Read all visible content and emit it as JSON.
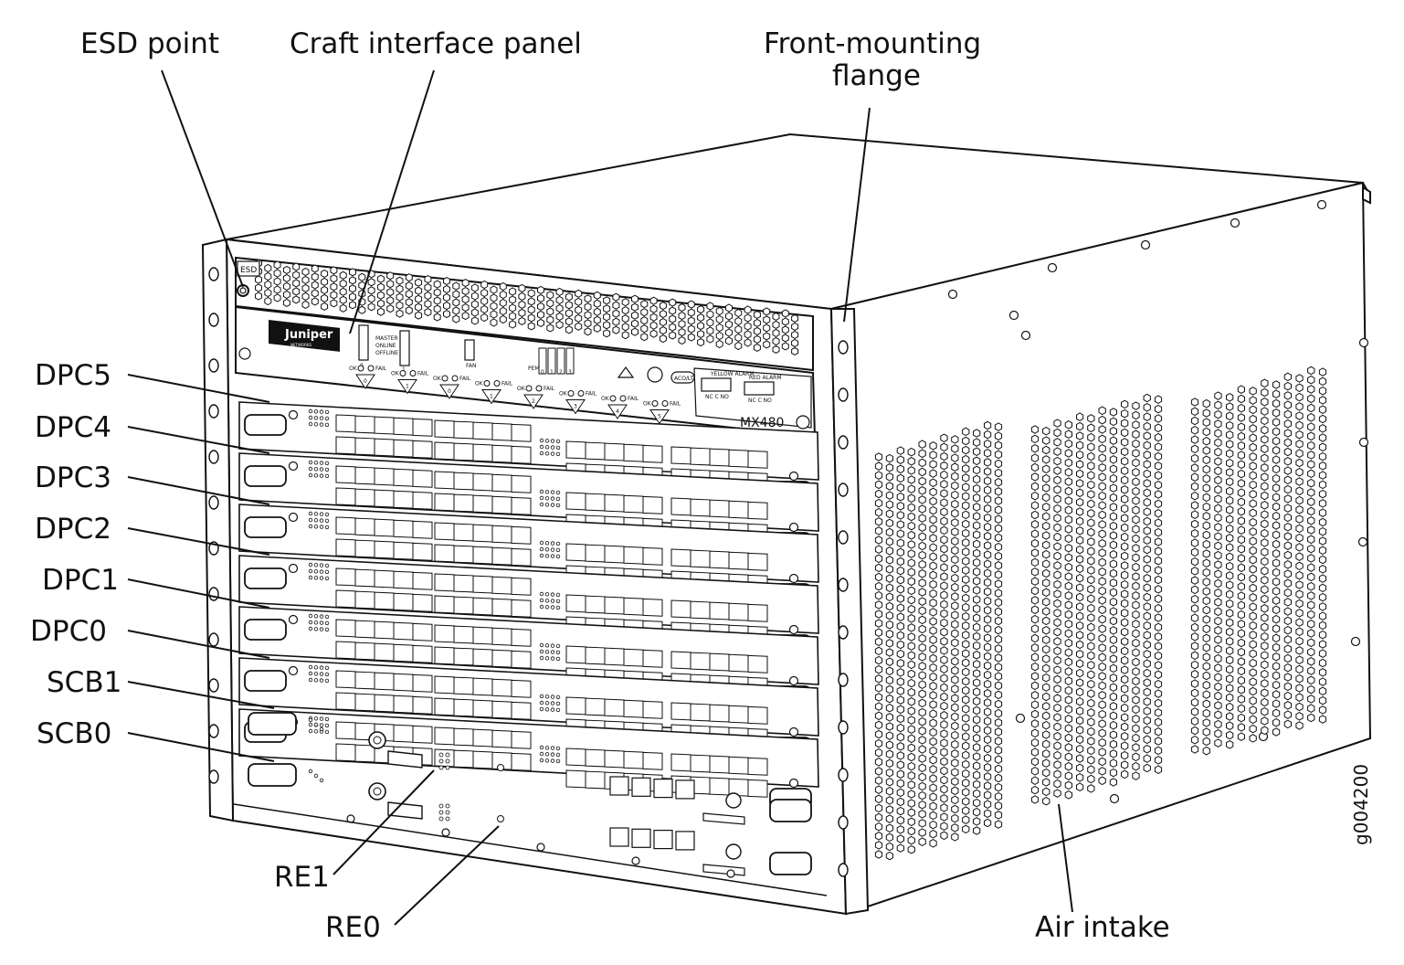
{
  "callouts": {
    "esd_point": "ESD point",
    "craft_panel": "Craft interface panel",
    "flange_line1": "Front-mounting",
    "flange_line2": "flange",
    "dpc5": "DPC5",
    "dpc4": "DPC4",
    "dpc3": "DPC3",
    "dpc2": "DPC2",
    "dpc1": "DPC1",
    "dpc0": "DPC0",
    "scb1": "SCB1",
    "scb0": "SCB0",
    "re1": "RE1",
    "re0": "RE0",
    "air_intake": "Air intake"
  },
  "figure_id": "g004200",
  "device": {
    "esd_label": "ESD",
    "brand": "Juniper",
    "brand_sub": "NETWORKS",
    "model": "MX480",
    "led_master": "MASTER",
    "led_online": "ONLINE",
    "led_offline": "OFFLINE",
    "led_fan": "FAN",
    "led_pem": "PEM",
    "led_ok": "OK",
    "led_fail": "FAIL",
    "acoalo": "ACO/LT",
    "yellow_alarm": "YELLOW ALARM",
    "red_alarm": "RED ALARM",
    "alarm_pins": "NC C NO",
    "slot_numbers": [
      "0",
      "1",
      "0",
      "1",
      "2",
      "3",
      "4",
      "5"
    ],
    "pem_numbers": [
      "0",
      "1",
      "2",
      "3"
    ],
    "re_led_numbers": [
      "0",
      "1"
    ]
  }
}
